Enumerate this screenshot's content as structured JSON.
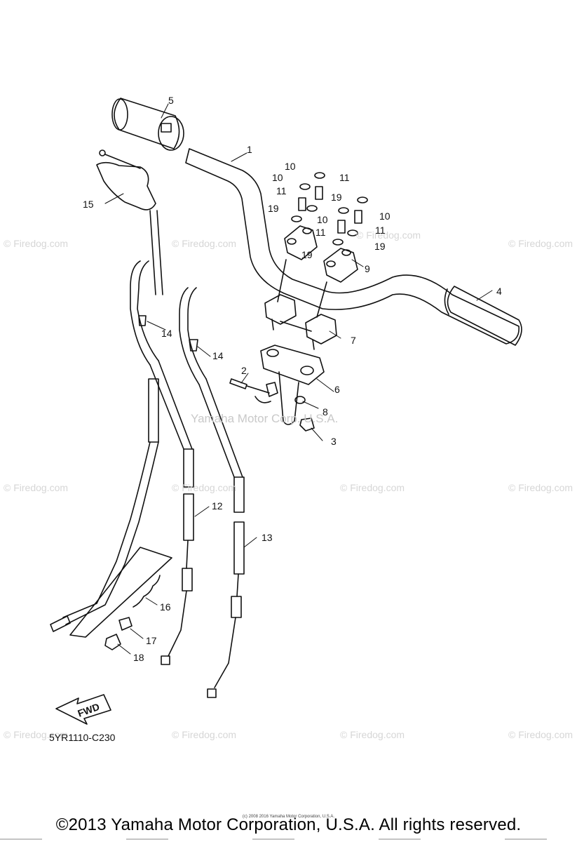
{
  "callouts": [
    "1",
    "2",
    "3",
    "4",
    "5",
    "6",
    "7",
    "8",
    "9",
    "10",
    "11",
    "12",
    "13",
    "14",
    "15",
    "16",
    "17",
    "18",
    "19"
  ],
  "watermark": "© Firedog.com",
  "watermark_corp": "Yamaha Motor Corp. U.S.A.",
  "fwd_label": "FWD",
  "diagram_code": "5YR1110-C230",
  "tiny_copyright": "(c) 2008 2016 Yamaha Motor Corporation, U.S.A.",
  "footer_copyright": "©2013 Yamaha Motor Corporation, U.S.A. All rights reserved."
}
